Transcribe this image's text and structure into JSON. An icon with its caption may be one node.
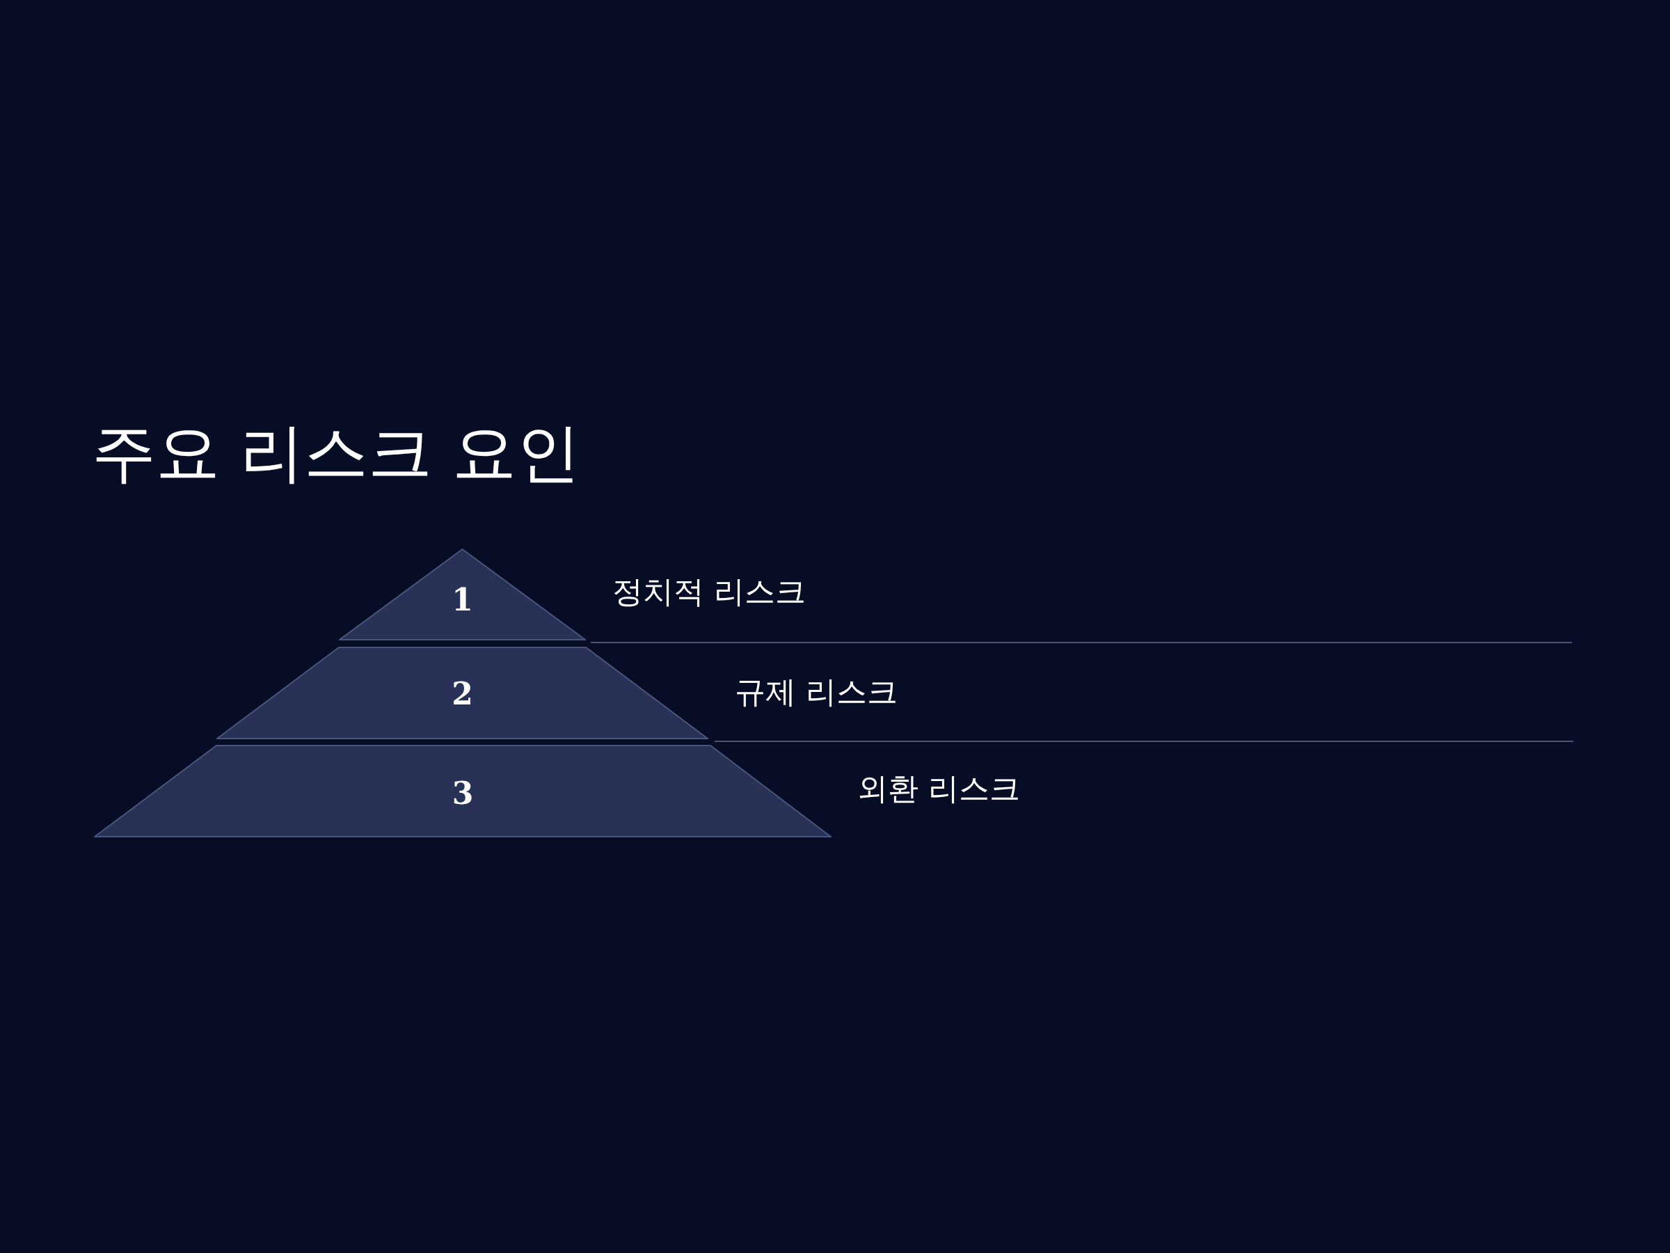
{
  "diagram": {
    "title": "주요 리스크 요인",
    "nodes": [
      {
        "text": [
          "1"
        ],
        "beside": [
          "정치적 리스크"
        ]
      },
      {
        "text": [
          "2"
        ],
        "beside": [
          "규제 리스크"
        ]
      },
      {
        "text": [
          "3"
        ],
        "beside": [
          "외환 리스크"
        ]
      }
    ]
  }
}
